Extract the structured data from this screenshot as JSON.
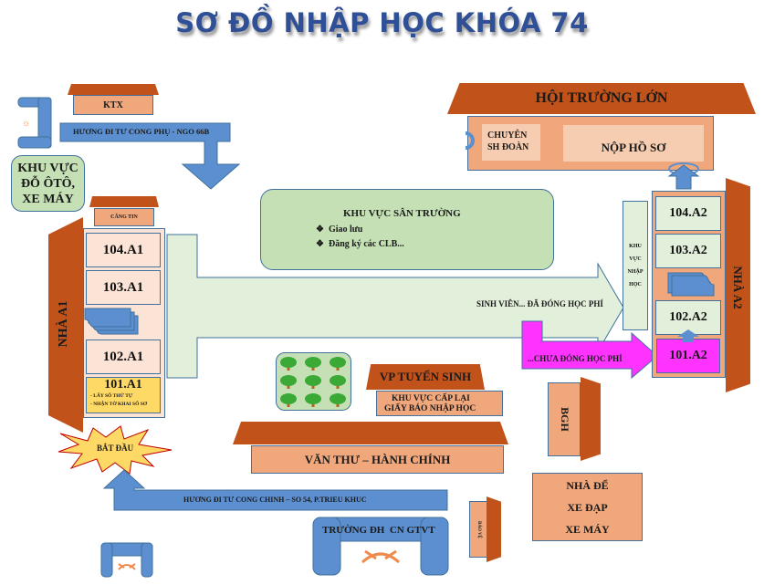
{
  "title": "SƠ ĐỒ NHẬP HỌC KHÓA 74",
  "buildings": {
    "ktx": "KTX",
    "cang_tin": "CĂNG TIN",
    "hoi_truong": "HỘI TRƯỜNG LỚN",
    "hoi_truong_rooms": {
      "chuyen_line1": "CHUYÊN",
      "chuyen_line2": "SH ĐOÀN",
      "nop_ho_so": "NỘP HỒ SƠ"
    },
    "nha_a1": "NHÀ A1",
    "nha_a2": "NHÀ A2",
    "vp_tuyen_sinh": "VP TUYỂN SINH",
    "vp_sub_line1": "KHU VỰC CẤP LẠI",
    "vp_sub_line2": "GIẤY BÁO NHẬP HỌC",
    "van_thu": "VĂN THƯ – HÀNH CHÍNH",
    "bgh": "BGH",
    "bao_ve": "BẢO VỆ",
    "nha_de_xe": [
      "NHÀ ĐỂ",
      "XE ĐẠP",
      "XE MÁY"
    ],
    "truong": "TRƯỜNG ĐH  CN GTVT"
  },
  "parking": [
    "KHU VỰC",
    "ĐỖ ÔTÔ,",
    "XE MÁY"
  ],
  "courtyard": {
    "title": "KHU VỰC SÂN TRƯỜNG",
    "items": [
      "Giao lưu",
      "Đăng ký các CLB..."
    ],
    "bullet": "❖"
  },
  "a1_rooms": [
    {
      "label": "104.A1"
    },
    {
      "label": "103.A1"
    },
    {
      "label": "102.A1"
    },
    {
      "label": "101.A1",
      "notes": [
        "- LẤY SỐ THỨ TỰ",
        "- NHẬN TỜ KHAI SỐ SƠ"
      ]
    }
  ],
  "a2_rooms": [
    {
      "label": "104.A2"
    },
    {
      "label": "103.A2"
    },
    {
      "label": "102.A2"
    },
    {
      "label": "101.A2"
    }
  ],
  "khu_vuc_nhap_hoc": [
    "KHU",
    "VỰC",
    "NHẬP",
    "HỌC"
  ],
  "arrows": {
    "route_top": "HƯƠNG ĐI TƯ CONG PHỤ - NGO 66B",
    "route_bottom": "HƯƠNG ĐI TƯ CONG CHINH – SO 54, P.TRIEU KHUC",
    "paid": "SINH VIÊN... ĐÃ ĐÓNG HỌC PHÍ",
    "unpaid": "...CHƯA ĐÓNG HỌC PHÍ"
  },
  "start": "BẮT ĐẦU",
  "colors": {
    "roof": "#c0521a",
    "wall": "#f0a77c",
    "green": "#c5e0b4",
    "blue": "#5b8fd0",
    "magenta": "#ff33ff",
    "yellow": "#ffd966",
    "title": "#2f4f96"
  }
}
